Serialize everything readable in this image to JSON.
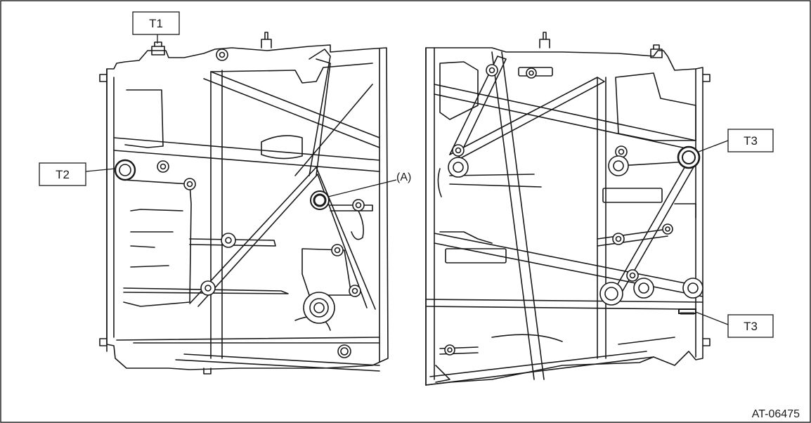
{
  "figure": {
    "callouts": {
      "t1": "T1",
      "t2": "T2",
      "t3_upper": "T3",
      "t3_lower": "T3",
      "a": "(A)"
    },
    "figure_id": "AT-06475"
  },
  "colors": {
    "line": "#1a1a1a",
    "background": "#ffffff",
    "fill_light": "#f2f2f2"
  }
}
